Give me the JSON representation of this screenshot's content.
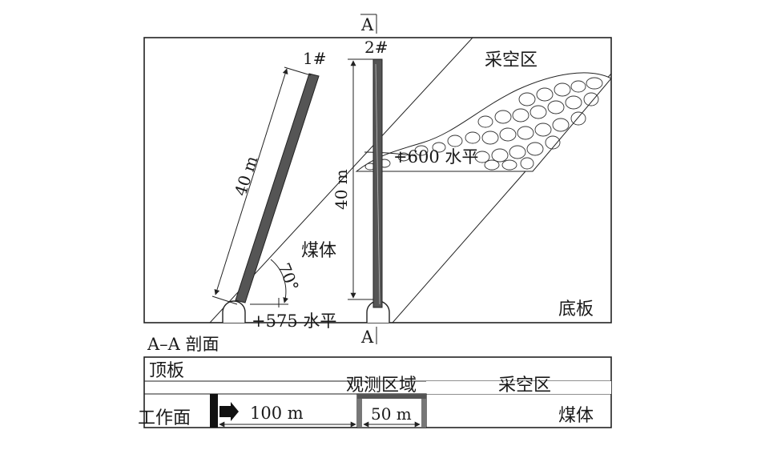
{
  "upper_section": {
    "section_mark_top": "A",
    "section_mark_bottom": "A",
    "borehole_1_label": "1#",
    "borehole_2_label": "2#",
    "borehole_1_length": "40 m",
    "borehole_2_length": "40 m",
    "goaf_label": "采空区",
    "level_600_label": "+600 水平",
    "coal_body_label": "煤体",
    "angle_label": "70°",
    "level_575_label": "+575 水平",
    "floor_label": "底板"
  },
  "section_aa": {
    "title": "A–A 剖面",
    "roof_label": "顶板",
    "observation_area_label": "观测区域",
    "goaf_label": "采空区",
    "working_face_label": "工作面",
    "distance_label": "100 m",
    "observation_width_label": "50 m",
    "coal_body_label": "煤体"
  }
}
